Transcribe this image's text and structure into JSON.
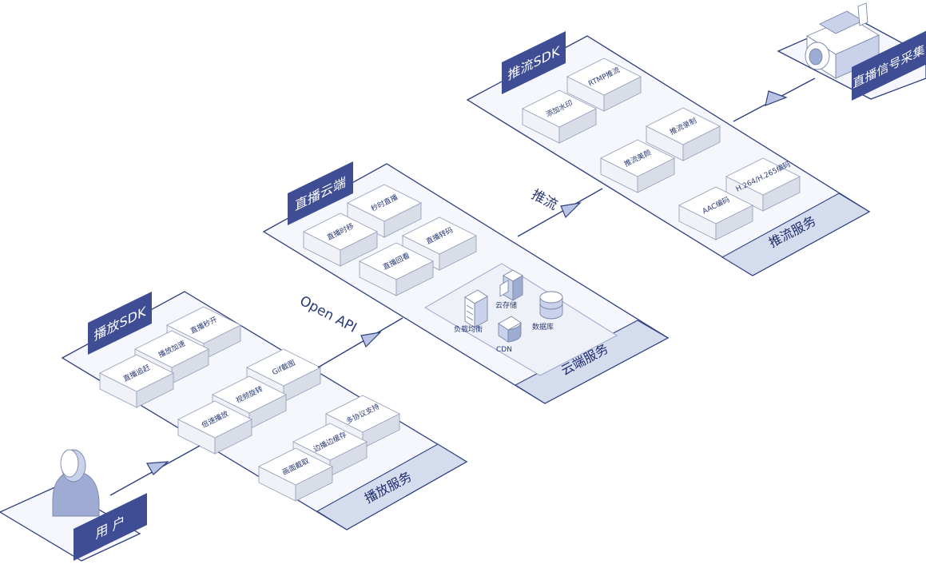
{
  "stages": {
    "capture": {
      "label": "直播信号采集"
    },
    "push": {
      "sdk_label": "推流SDK",
      "service_label": "推流服务",
      "features": [
        "RTMP推流",
        "添加水印",
        "推流录制",
        "推流美颜",
        "H.264/H.265编码",
        "AAC编码"
      ]
    },
    "cloud": {
      "tag_label": "直播云端",
      "service_label": "云端服务",
      "features": [
        "秒时直播",
        "直播时移",
        "直播转码",
        "直播回看"
      ],
      "infra": {
        "load_balance": "负载均衡",
        "cloud_storage": "云存储",
        "cdn": "CDN",
        "database": "数据库"
      }
    },
    "play": {
      "sdk_label": "播放SDK",
      "service_label": "播放服务",
      "features": [
        "直播秒开",
        "播放加速",
        "直播追赶",
        "Gif截图",
        "视频旋转",
        "倍速播放",
        "多协议支持",
        "边播边缓存",
        "画面截取"
      ]
    },
    "user": {
      "label": "用 户"
    }
  },
  "flows": {
    "push": "推流",
    "api": "Open API"
  },
  "colors": {
    "primary": "#3f4e94",
    "edge": "#d5dcee",
    "line": "#2f3f7f"
  }
}
